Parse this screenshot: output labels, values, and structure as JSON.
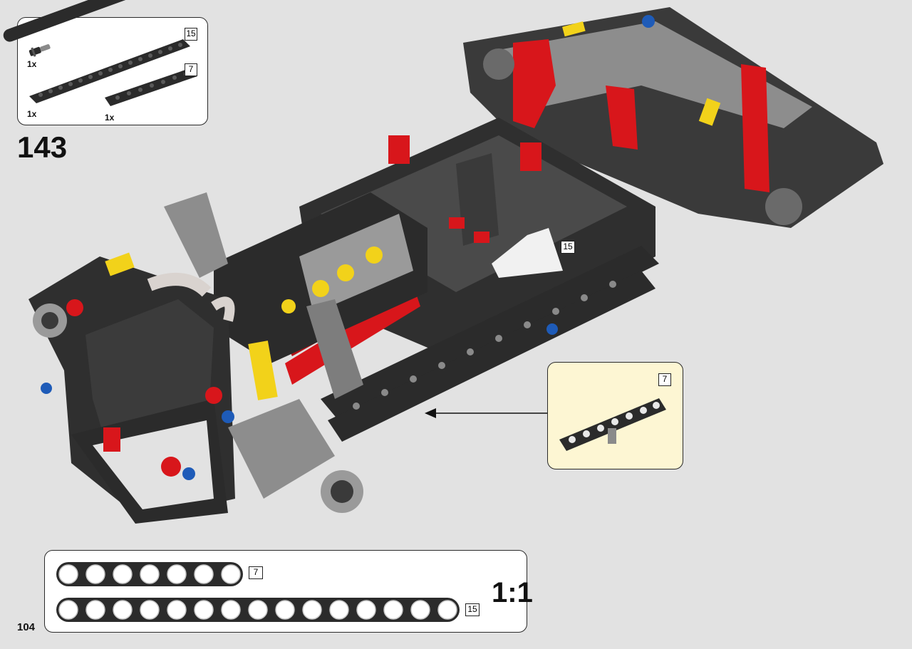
{
  "page": {
    "step_number": "143",
    "page_number": "104"
  },
  "parts_callout": {
    "items": [
      {
        "name": "axle-pin",
        "quantity": "1x"
      },
      {
        "name": "beam-15",
        "quantity": "1x",
        "length_label": "15"
      },
      {
        "name": "beam-7",
        "quantity": "1x",
        "length_label": "7"
      }
    ]
  },
  "sub_callout": {
    "length_label": "7"
  },
  "model": {
    "length_label": "15"
  },
  "scale_reference": {
    "label": "1:1",
    "beams": [
      {
        "length_label": "7",
        "holes": 7
      },
      {
        "length_label": "15",
        "holes": 15
      }
    ]
  },
  "colors": {
    "background": "#e2e2e2",
    "beam_dark": "#2b2b2b",
    "beam_grey": "#9a9a9a",
    "accent_red": "#d8161b",
    "accent_yellow": "#f2d21a",
    "accent_blue": "#1e5bb8",
    "callout_yellow": "#fdf6d3"
  }
}
